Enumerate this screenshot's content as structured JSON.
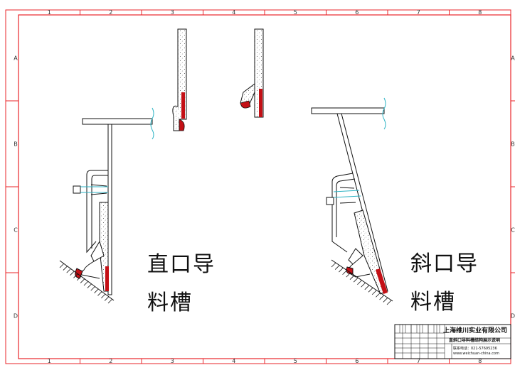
{
  "border": {
    "columns": [
      "1",
      "2",
      "3",
      "4",
      "5",
      "6",
      "7",
      "8"
    ],
    "rows": [
      "A",
      "B",
      "C",
      "D"
    ]
  },
  "labels": {
    "straight_chute_line1": "直口导",
    "straight_chute_line2": "料槽",
    "slant_chute_line1": "斜口导",
    "slant_chute_line2": "料槽"
  },
  "title_block": {
    "company": "上海维川实业有限公司",
    "drawing_title": "直斜口导料槽结构展示说明",
    "contact": "联系电话：021-57695236",
    "website": "www.weichuan-china.com"
  },
  "colors": {
    "frame_red": "#e8242a",
    "seal_red": "#c41016",
    "line": "#111111",
    "water_cyan": "#2cb3c4"
  }
}
